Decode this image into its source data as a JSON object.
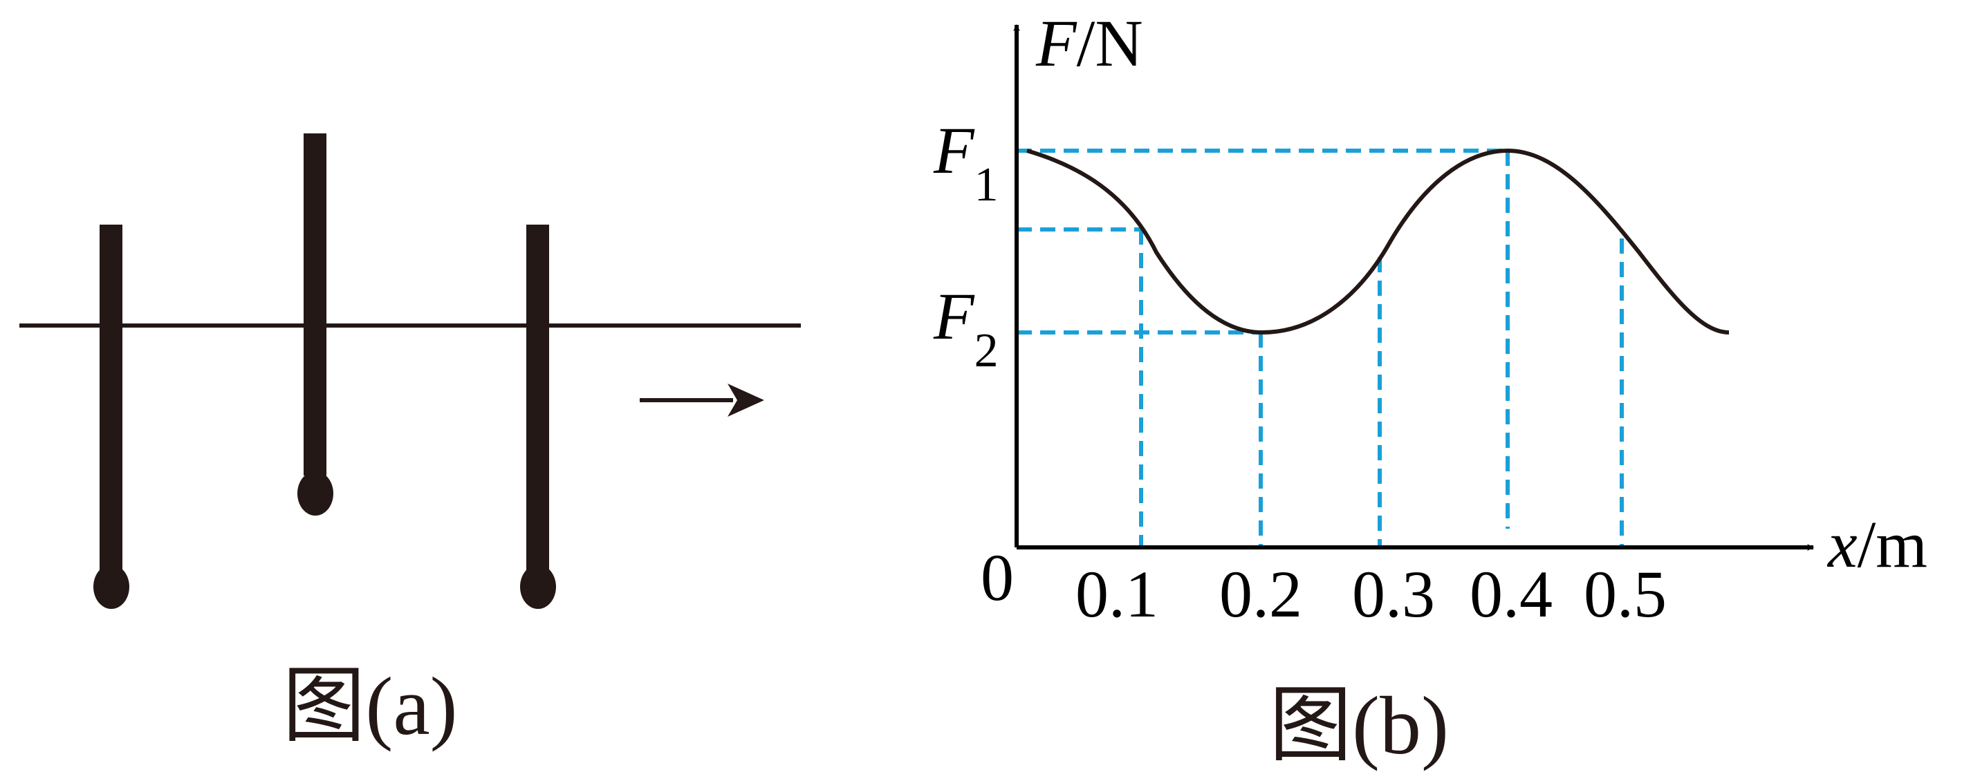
{
  "figure_a": {
    "caption": "图(a)",
    "arrow_direction": "right",
    "pendulum_count": 3
  },
  "figure_b": {
    "caption": "图(b)",
    "y_axis_var": "F",
    "y_axis_unit": "/N",
    "x_axis_var": "x",
    "x_axis_unit": "/m",
    "origin_label": "0",
    "f1_main": "F",
    "f1_sub": "1",
    "f2_main": "F",
    "f2_sub": "2",
    "x_ticks": [
      "0.1",
      "0.2",
      "0.3",
      "0.4",
      "0.5"
    ]
  },
  "chart_data": {
    "type": "line",
    "title": "",
    "xlabel": "x/m",
    "ylabel": "F/N",
    "curve_x": [
      0.0,
      0.1,
      0.2,
      0.3,
      0.4,
      0.5,
      0.6
    ],
    "curve_F": [
      "F1",
      "between F1 and F2",
      "F2",
      "between F1 and F2",
      "F1",
      "between F1 and F2",
      "F2"
    ],
    "x_ticks": [
      0.1,
      0.2,
      0.3,
      0.4,
      0.5
    ],
    "y_ticks": [
      "F2",
      "F1"
    ],
    "grid": false,
    "colors": {
      "curve": "#231815",
      "guides": "#1aa0d8",
      "axes": "#000000"
    }
  },
  "colors": {
    "rod": "#231815",
    "line": "#231815",
    "guide": "#1aa0d8"
  }
}
